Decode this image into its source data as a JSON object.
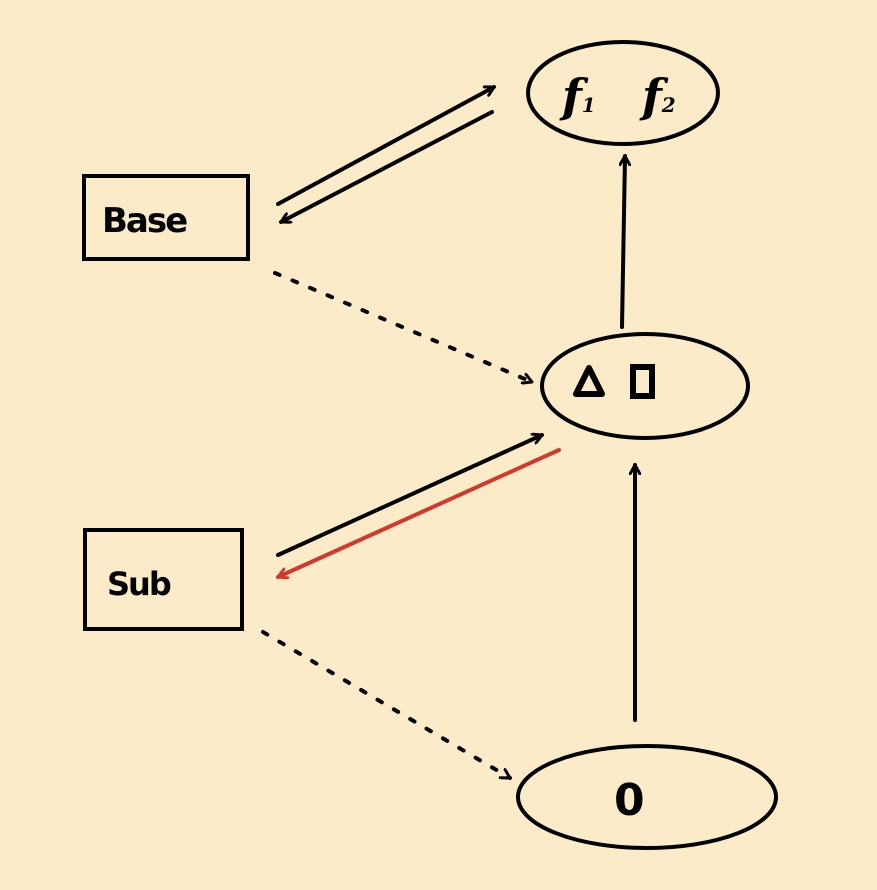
{
  "colors": {
    "background": "#fcebc9",
    "ink": "#000000",
    "highlight_arrow": "#d0392b"
  },
  "nodes": {
    "base_box": {
      "label": "Base"
    },
    "sub_box": {
      "label": "Sub"
    },
    "functions_ellipse": {
      "label_1": "f",
      "label_1_sub": "1",
      "label_2": "f",
      "label_2_sub": "2"
    },
    "shapes_ellipse": {
      "label_triangle": "Δ",
      "label_square": "▯"
    },
    "zero_ellipse": {
      "label": "0"
    }
  }
}
